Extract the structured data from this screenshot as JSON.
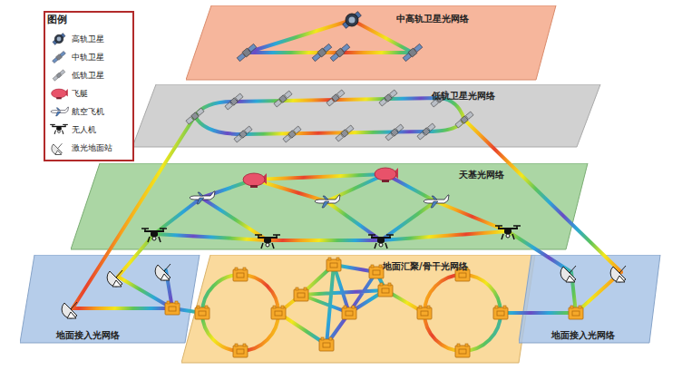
{
  "diagram": {
    "nodes": [
      {
        "text": [
          "中高轨卫星光网络"
        ]
      },
      {
        "text": [
          "低轨卫星光网络"
        ]
      },
      {
        "text": [
          "天基光网络"
        ]
      },
      {
        "text": [
          "地面接入光网络"
        ]
      },
      {
        "text": [
          "地面汇聚/骨干光网络"
        ]
      },
      {
        "text": [
          "地面接入光网络"
        ]
      }
    ],
    "labels": [
      "图例"
    ],
    "legend": [
      {
        "text": "高轨卫星"
      },
      {
        "text": "中轨卫星"
      },
      {
        "text": "低轨卫星"
      },
      {
        "text": "飞艇"
      },
      {
        "text": "航空飞机"
      },
      {
        "text": "无人机"
      },
      {
        "text": "激光地面站"
      }
    ]
  }
}
